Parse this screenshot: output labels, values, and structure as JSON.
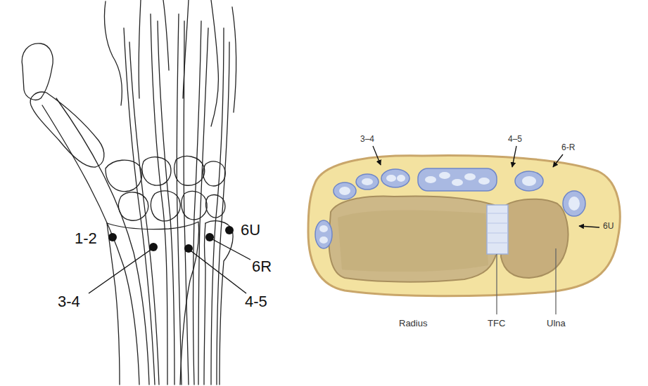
{
  "diagram": {
    "labels": [
      "1-2",
      "6U",
      "6R",
      "3-4",
      "4-5",
      "3–4",
      "4–5",
      "6-R",
      "6U",
      "Radius",
      "TFC",
      "Ulna"
    ]
  }
}
